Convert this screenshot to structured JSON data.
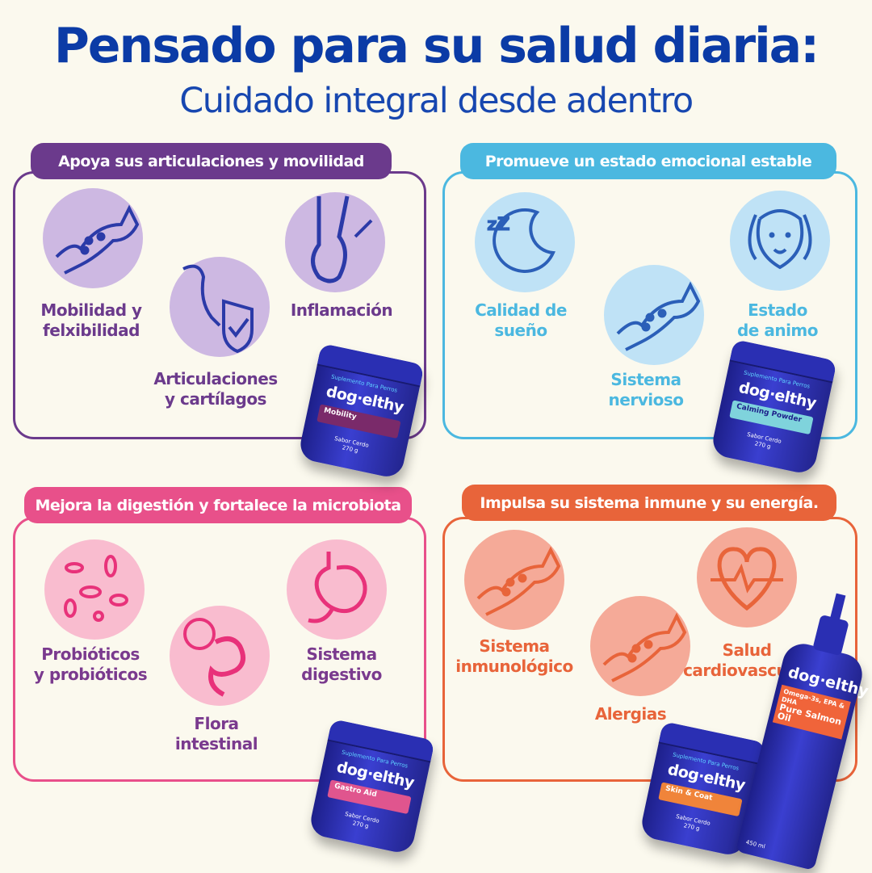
{
  "header": {
    "title": "Pensado para su salud diaria:",
    "subtitle": "Cuidado integral desde adentro"
  },
  "panels": [
    {
      "title": "Apoya sus articulaciones y movilidad",
      "color": "#6b3a8c",
      "circle_color": "#cdb8e2",
      "items": [
        {
          "label": "Mobilidad y\nfelxibilidad",
          "icon": "jumping-dog-icon"
        },
        {
          "label": "Articulaciones\ny cartílagos",
          "icon": "paw-shield-icon"
        },
        {
          "label": "Inflamación",
          "icon": "joint-icon"
        }
      ]
    },
    {
      "title": "Promueve un estado emocional estable",
      "color": "#4bb8e0",
      "circle_color": "#bfe2f6",
      "items": [
        {
          "label": "Calidad de\nsueño",
          "icon": "moon-sleep-icon"
        },
        {
          "label": "Sistema\nnervioso",
          "icon": "dog-nerves-icon"
        },
        {
          "label": "Estado\nde animo",
          "icon": "happy-dog-icon"
        }
      ]
    },
    {
      "title": "Mejora la digestión y fortalece la microbiota",
      "color": "#e8508a",
      "circle_color": "#f9bccf",
      "items": [
        {
          "label": "Probióticos\ny probióticos",
          "icon": "bacteria-icon"
        },
        {
          "label": "Flora\nintestinal",
          "icon": "intestine-icon"
        },
        {
          "label": "Sistema\ndigestivo",
          "icon": "stomach-icon"
        }
      ]
    },
    {
      "title": "Impulsa su sistema inmune y su energía.",
      "color": "#e8643a",
      "circle_color": "#f5aa98",
      "items": [
        {
          "label": "Sistema\ninmunológico",
          "icon": "dog-immune-icon"
        },
        {
          "label": "Alergias",
          "icon": "paw-allergy-icon"
        },
        {
          "label": "Salud\ncardiovascular",
          "icon": "heart-pulse-icon"
        }
      ]
    }
  ],
  "products": {
    "brand": "dog·elthy",
    "supplement": "Suplemento Para Perros",
    "flavor": "Sabor Cerdo",
    "weight": "270 g",
    "jars": [
      {
        "name": "Mobility",
        "color": "#7a2a6a"
      },
      {
        "name": "Calming Powder",
        "color": "#7fd3dc"
      },
      {
        "name": "Gastro Aid",
        "color": "#e0558e"
      },
      {
        "name": "Skin & Coat",
        "color": "#f0843a"
      }
    ],
    "oil": {
      "subtitle": "Omega-3s, EPA & DHA",
      "name": "Pure Salmon Oil",
      "volume": "450 ml"
    }
  }
}
